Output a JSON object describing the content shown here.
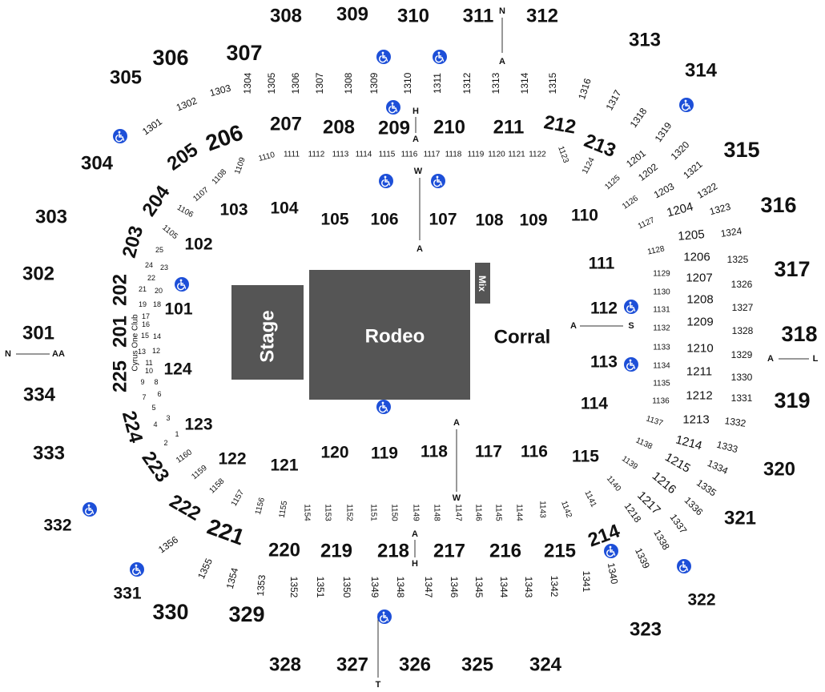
{
  "areas": {
    "stage": "Stage",
    "rodeo": "Rodeo",
    "mix": "Mix",
    "corral": "Corral",
    "club": "Cyrus One Club"
  },
  "colors": {
    "floor_block": "#555555",
    "accessible": "#1d4fd8",
    "text": "#111111"
  },
  "icons": {
    "accessible": "wheelchair-icon"
  },
  "sections_300": [
    "301",
    "302",
    "303",
    "304",
    "305",
    "306",
    "307",
    "308",
    "309",
    "310",
    "311",
    "312",
    "313",
    "314",
    "315",
    "316",
    "317",
    "318",
    "319",
    "320",
    "321",
    "322",
    "323",
    "324",
    "325",
    "326",
    "327",
    "328",
    "329",
    "330",
    "331",
    "332",
    "333",
    "334"
  ],
  "sections_200": [
    "201",
    "202",
    "203",
    "204",
    "205",
    "206",
    "207",
    "208",
    "209",
    "210",
    "211",
    "212",
    "213",
    "214",
    "215",
    "216",
    "217",
    "218",
    "219",
    "220",
    "221",
    "222",
    "223",
    "224",
    "225"
  ],
  "sections_100": [
    "101",
    "102",
    "103",
    "104",
    "105",
    "106",
    "107",
    "108",
    "109",
    "110",
    "111",
    "112",
    "113",
    "114",
    "115",
    "116",
    "117",
    "118",
    "119",
    "120",
    "121",
    "122",
    "123",
    "124"
  ],
  "boxes_1300": [
    "1301",
    "1302",
    "1303",
    "1304",
    "1305",
    "1306",
    "1307",
    "1308",
    "1309",
    "1310",
    "1311",
    "1312",
    "1313",
    "1314",
    "1315",
    "1316",
    "1317",
    "1318",
    "1319",
    "1320",
    "1321",
    "1322",
    "1323",
    "1324",
    "1325",
    "1326",
    "1327",
    "1328",
    "1329",
    "1330",
    "1331",
    "1332",
    "1333",
    "1334",
    "1335",
    "1336",
    "1337",
    "1338",
    "1339",
    "1340",
    "1341",
    "1342",
    "1343",
    "1344",
    "1345",
    "1346",
    "1347",
    "1348",
    "1349",
    "1350",
    "1351",
    "1352",
    "1353",
    "1354",
    "1355",
    "1356"
  ],
  "boxes_1100": [
    "1105",
    "1106",
    "1107",
    "1108",
    "1109",
    "1110",
    "1111",
    "1112",
    "1113",
    "1114",
    "1115",
    "1116",
    "1117",
    "1118",
    "1119",
    "1120",
    "1121",
    "1122",
    "1123",
    "1124",
    "1125",
    "1126",
    "1127",
    "1128",
    "1129",
    "1130",
    "1131",
    "1132",
    "1133",
    "1134",
    "1135",
    "1136",
    "1137",
    "1138",
    "1139",
    "1140",
    "1141",
    "1142",
    "1143",
    "1144",
    "1145",
    "1146",
    "1147",
    "1148",
    "1149",
    "1150",
    "1151",
    "1152",
    "1153",
    "1154",
    "1155",
    "1156",
    "1157",
    "1158",
    "1159",
    "1160"
  ],
  "boxes_1200": [
    "1201",
    "1202",
    "1203",
    "1204",
    "1205",
    "1206",
    "1207",
    "1208",
    "1209",
    "1210",
    "1211",
    "1212",
    "1213",
    "1214",
    "1215",
    "1216",
    "1217",
    "1218"
  ],
  "club_seats": [
    "1",
    "2",
    "3",
    "4",
    "5",
    "6",
    "7",
    "8",
    "9",
    "10",
    "11",
    "12",
    "13",
    "14",
    "15",
    "16",
    "17",
    "18",
    "19",
    "20",
    "21",
    "22",
    "23",
    "24",
    "25"
  ],
  "row_markers": {
    "top_n": "N",
    "top_a": "A",
    "left_n": "N",
    "left_aa": "AA",
    "right_a": "A",
    "right_l": "L",
    "aisle_a": "A",
    "aisle_s": "S",
    "tunnel_h_top": "H",
    "tunnel_a_top": "A",
    "tunnel_w_top": "W",
    "tunnel_a_top2": "A",
    "tunnel_a_bot": "A",
    "tunnel_w_bot": "W",
    "tunnel_a_bot2": "A",
    "tunnel_h_bot": "H",
    "bottom_t": "T"
  }
}
